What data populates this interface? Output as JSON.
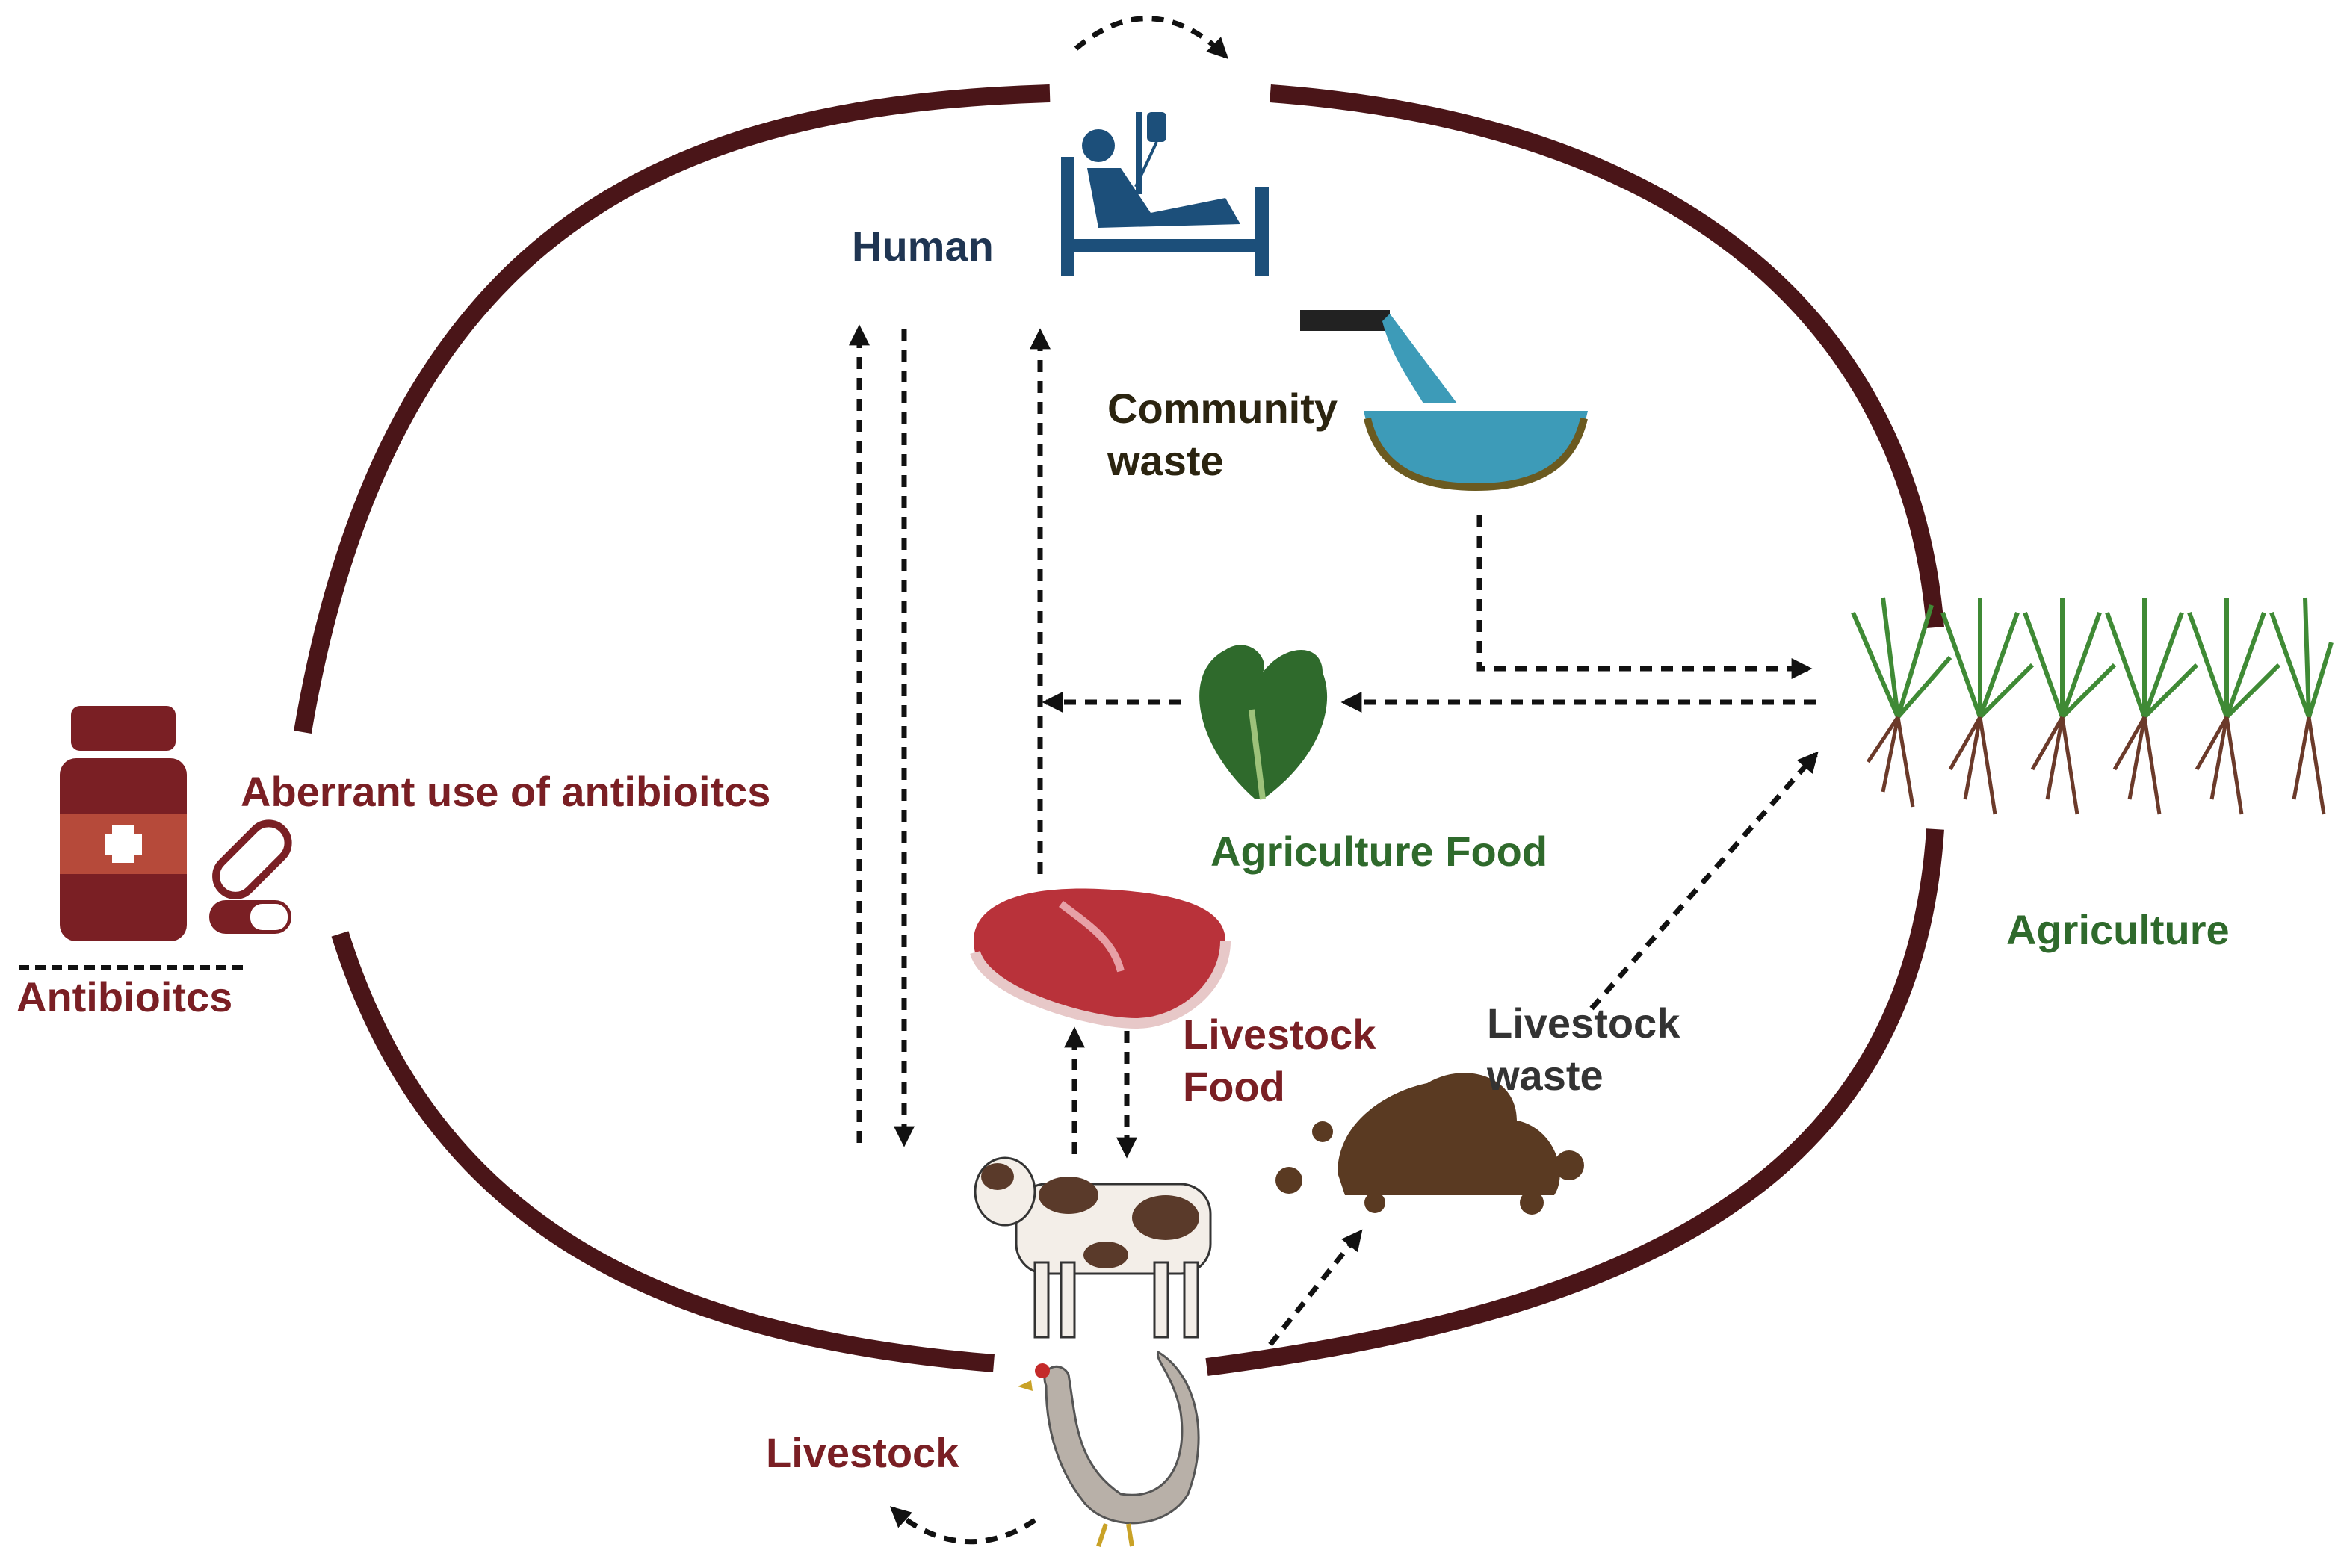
{
  "colors": {
    "cycle": "#4a1518",
    "dark_red": "#7a1f24",
    "navy": "#1f3552",
    "green": "#2f6a2c",
    "arrow": "#111111",
    "bed": "#1c4f7a",
    "water": "#3d9bb8"
  },
  "labels": {
    "human": "Human",
    "community_waste": "Community\nwaste",
    "aberrant_use": "Aberrant use of antibioitcs",
    "antibiotics": "Antibioitcs",
    "agriculture_food": "Agriculture Food",
    "agriculture": "Agriculture",
    "livestock_food": "Livestock\nFood",
    "livestock_waste": "Livestock\nwaste",
    "livestock": "Livestock"
  },
  "icons": {
    "human": "hospital-bed-patient-icon",
    "community_waste": "wastewater-pipe-icon",
    "antibiotics": "medicine-bottle-pills-icon",
    "agriculture": "crop-plants-icon",
    "agriculture_food": "leafy-vegetable-icon",
    "livestock_food": "raw-meat-icon",
    "livestock_waste": "manure-pile-icon",
    "livestock": "cow-and-chicken-icon"
  }
}
